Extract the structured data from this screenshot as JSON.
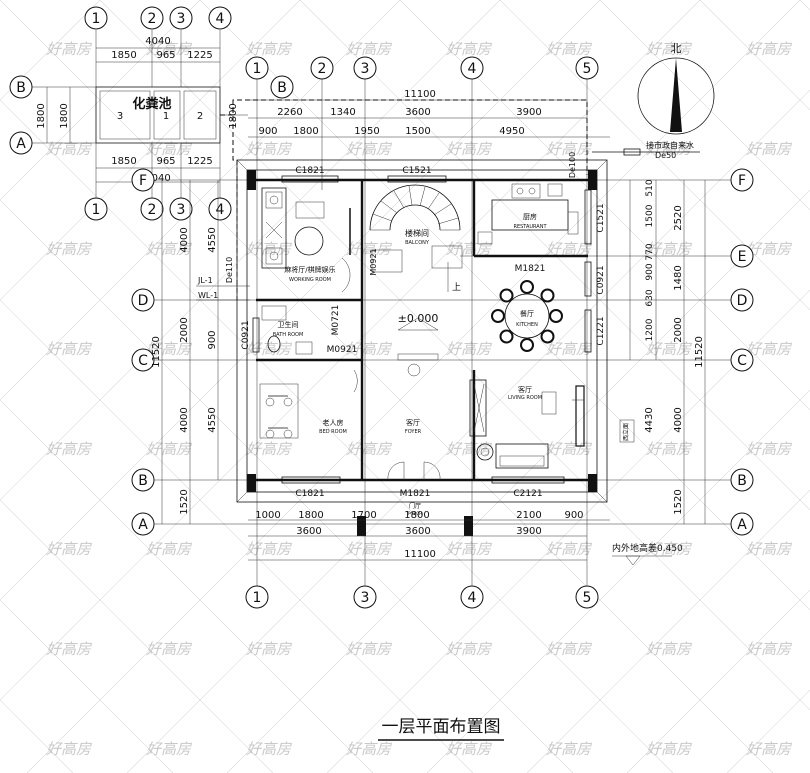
{
  "watermark": "好高房",
  "title": "一层平面布置图",
  "axes": {
    "top_numbers": [
      "1",
      "2",
      "3",
      "4"
    ],
    "top_main": [
      "1",
      "2",
      "3",
      "4",
      "5"
    ],
    "bottom_main": [
      "1",
      "3",
      "4",
      "5"
    ],
    "letters": [
      "F",
      "E",
      "D",
      "C",
      "B",
      "A"
    ],
    "tank_letters": [
      "B",
      "A"
    ]
  },
  "septic": {
    "label": "化粪池",
    "cells": [
      "3",
      "1",
      "2"
    ],
    "top_total": "4040",
    "top_dims": [
      "1850",
      "965",
      "1225"
    ],
    "bottom_dims": [
      "1850",
      "965",
      "1225"
    ],
    "bottom_total": "4040",
    "side_dims": [
      "1800",
      "1800",
      "1800"
    ]
  },
  "top_dims": {
    "overall": "11100",
    "row1": [
      "2260",
      "1340",
      "3600",
      "3900"
    ],
    "row2": [
      "900",
      "1800",
      "1950",
      "1500",
      "4950"
    ]
  },
  "bottom_dims": {
    "row1": [
      "1000",
      "1800",
      "1700",
      "1800",
      "2100",
      "900"
    ],
    "row2": [
      "3600",
      "3600",
      "3900"
    ],
    "overall": "11100"
  },
  "left_dims": [
    "4000",
    "4550",
    "2000",
    "900",
    "4000",
    "4550",
    "1520",
    "11520"
  ],
  "right_dims": [
    "510",
    "1500",
    "770",
    "900",
    "630",
    "1200",
    "2520",
    "1480",
    "2000",
    "4430",
    "4000",
    "1520",
    "11520"
  ],
  "rooms": {
    "mahjong": {
      "cn": "麻将厅/棋牌娱乐",
      "en": "WORKING ROOM"
    },
    "stair": {
      "cn": "楼梯间",
      "en": "BALCONY"
    },
    "restaurant": {
      "cn": "厨房",
      "en": "RESTAURANT"
    },
    "kitchen": {
      "cn": "餐厅",
      "en": "KITCHEN"
    },
    "bath": {
      "cn": "卫生间",
      "en": "BATH ROOM"
    },
    "bedroom": {
      "cn": "老人房",
      "en": "BED ROOM"
    },
    "foyer": {
      "cn": "客厅",
      "en": "FOYER"
    },
    "living": {
      "cn": "客厅",
      "en": "LIVING ROOM"
    },
    "porch": {
      "cn": "门厅",
      "en": "PORCH"
    }
  },
  "windows": [
    "C1821",
    "C1521",
    "C1521",
    "C0921",
    "C1221",
    "C0921",
    "C1821",
    "C2121"
  ],
  "doors": [
    "M1821",
    "M0921",
    "M0921",
    "M0721",
    "M1821"
  ],
  "level": "±0.000",
  "ground_note": "内外地高差0.450",
  "pipe_note": "接市政自来水",
  "pipe_size": "De50",
  "pipe_size_left": "De110",
  "pipe_size_top": "De100",
  "jl": "JL-1",
  "wl": "WL-1",
  "up": "上",
  "north": "北",
  "side_tag": "西立面"
}
